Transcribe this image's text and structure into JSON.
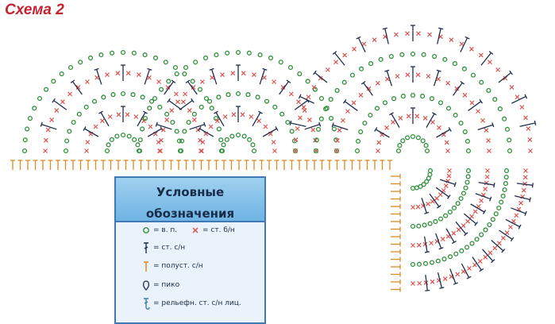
{
  "title": "Схема 2",
  "legend": {
    "heading_line1": "Условные",
    "heading_line2": "обозначения",
    "items": [
      {
        "symbol": "chain-stitch-circle",
        "label": "= в. п."
      },
      {
        "symbol": "single-crochet-cross",
        "label": "= ст. б/н"
      },
      {
        "symbol": "double-crochet-stitch",
        "label": "= ст. с/н"
      },
      {
        "symbol": "half-double-crochet-stitch",
        "label": "= полуст. с/н"
      },
      {
        "symbol": "picot",
        "label": "= пико"
      },
      {
        "symbol": "front-post-double-crochet",
        "label": "= рельефн. ст. с/н лиц."
      }
    ]
  },
  "colors": {
    "chain": "#2f8f3a",
    "single_crochet": "#d9534f",
    "stitch": "#1f2d4d",
    "half_stitch": "#d98a2b",
    "title": "#c4242f",
    "legend_border": "#3f79b6"
  }
}
